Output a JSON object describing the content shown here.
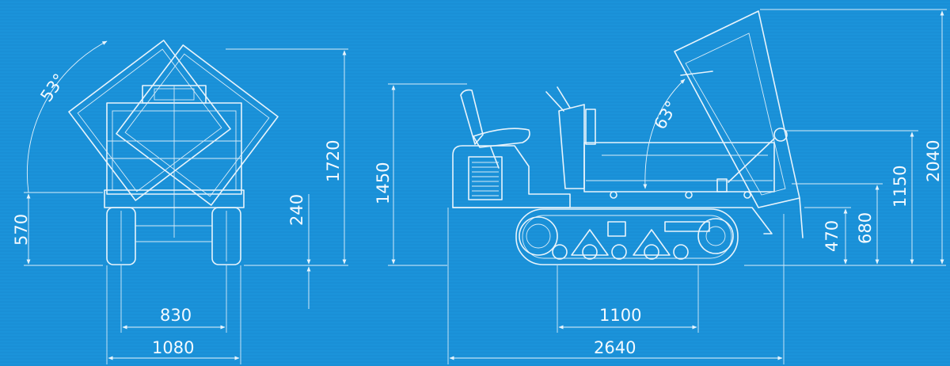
{
  "dimensions": {
    "front_angle": "53°",
    "front_width_track": "830",
    "front_width_total": "1080",
    "front_side_height": "570",
    "front_ground_clear": "240",
    "front_raised_height": "1720",
    "side_dump_angle": "63°",
    "side_seat_height": "1450",
    "side_wheelbase": "1100",
    "side_length": "2640",
    "side_h470": "470",
    "side_h680": "680",
    "side_h1150": "1150",
    "side_h2040": "2040"
  },
  "colors": {
    "background": "#1a8fd6",
    "line": "#e8f4fc"
  }
}
